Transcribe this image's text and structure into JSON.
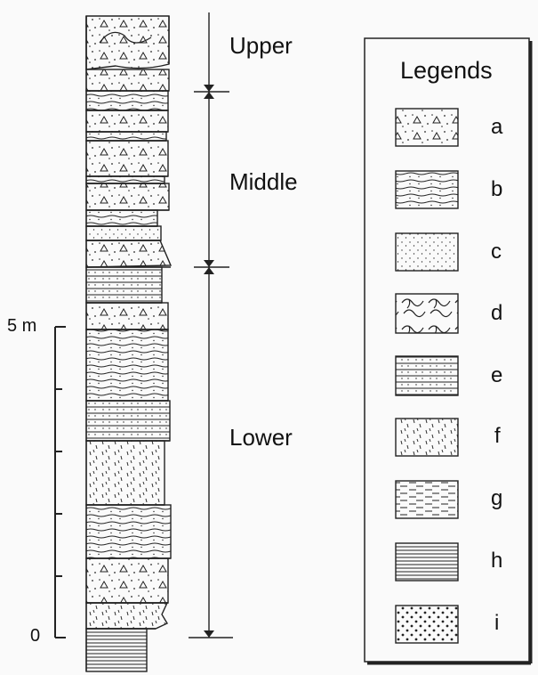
{
  "units": {
    "upper": "Upper",
    "middle": "Middle",
    "lower": "Lower"
  },
  "scale": {
    "top_label": "5 m",
    "bottom_label": "0"
  },
  "legend": {
    "title": "Legends",
    "items": [
      {
        "key": "a",
        "pattern": "triangles-dots"
      },
      {
        "key": "b",
        "pattern": "wavy-dotted-lines"
      },
      {
        "key": "c",
        "pattern": "fine-dots"
      },
      {
        "key": "d",
        "pattern": "contorted"
      },
      {
        "key": "e",
        "pattern": "dotted-dashed-lines"
      },
      {
        "key": "f",
        "pattern": "ticks"
      },
      {
        "key": "g",
        "pattern": "dashes"
      },
      {
        "key": "h",
        "pattern": "horizontal-lines"
      },
      {
        "key": "i",
        "pattern": "coarse-dots"
      }
    ]
  },
  "colors": {
    "ink": "#111111",
    "paper": "#fafafa"
  }
}
